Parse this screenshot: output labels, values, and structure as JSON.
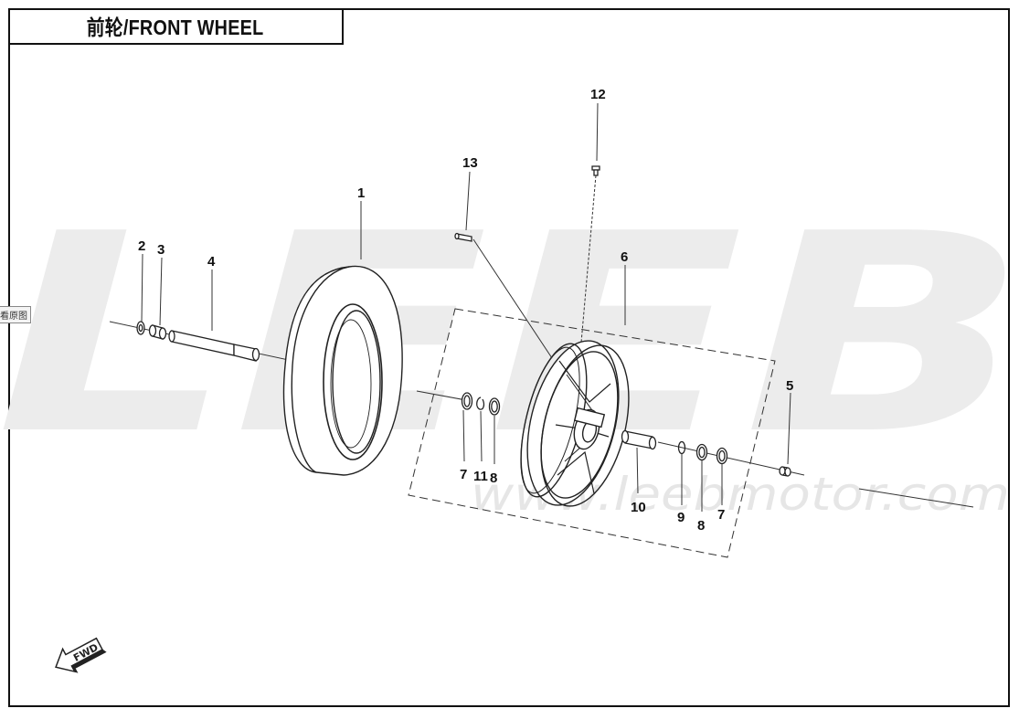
{
  "title": "前轮/FRONT WHEEL",
  "watermark": {
    "brand": "LEEB",
    "url": "www.leebmotor.com",
    "color": "#ececec"
  },
  "side_tab": "看原图",
  "fwd_label": "FWD",
  "callouts": [
    "1",
    "2",
    "3",
    "4",
    "5",
    "6",
    "7",
    "11",
    "8",
    "10",
    "9",
    "8",
    "7",
    "12",
    "13"
  ],
  "colors": {
    "ink": "#111111",
    "line": "#333333"
  }
}
